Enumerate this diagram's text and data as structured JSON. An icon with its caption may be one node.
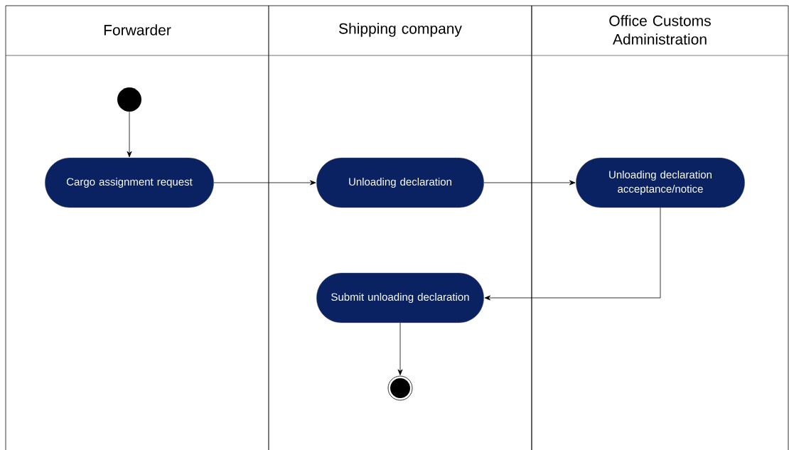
{
  "diagram": {
    "nodes": [
      {
        "text": [
          "Forwarder"
        ]
      },
      {
        "text": [
          "Shipping company"
        ]
      },
      {
        "text": [
          "Office Customs Administration"
        ]
      },
      {
        "text": [],
        "shape": "circle",
        "in": 0
      },
      {
        "text": [
          "Cargo assignment request"
        ],
        "in": 0
      },
      {
        "text": [
          "Unloading declaration"
        ],
        "in": 1
      },
      {
        "text": [
          "Unloading declaration acceptance/notice"
        ],
        "in": 2
      },
      {
        "text": [
          "Submit unloading declaration"
        ],
        "in": 1
      },
      {
        "text": [],
        "shape": "circle",
        "in": 1
      }
    ],
    "edges": [
      {
        "from": 3,
        "to": 4,
        "arrow": "to"
      },
      {
        "from": 4,
        "to": 5,
        "arrow": "to"
      },
      {
        "from": 5,
        "to": 6,
        "arrow": "to"
      },
      {
        "from": 6,
        "to": 7,
        "arrow": "to"
      },
      {
        "from": 7,
        "to": 8,
        "arrow": "to"
      }
    ]
  }
}
